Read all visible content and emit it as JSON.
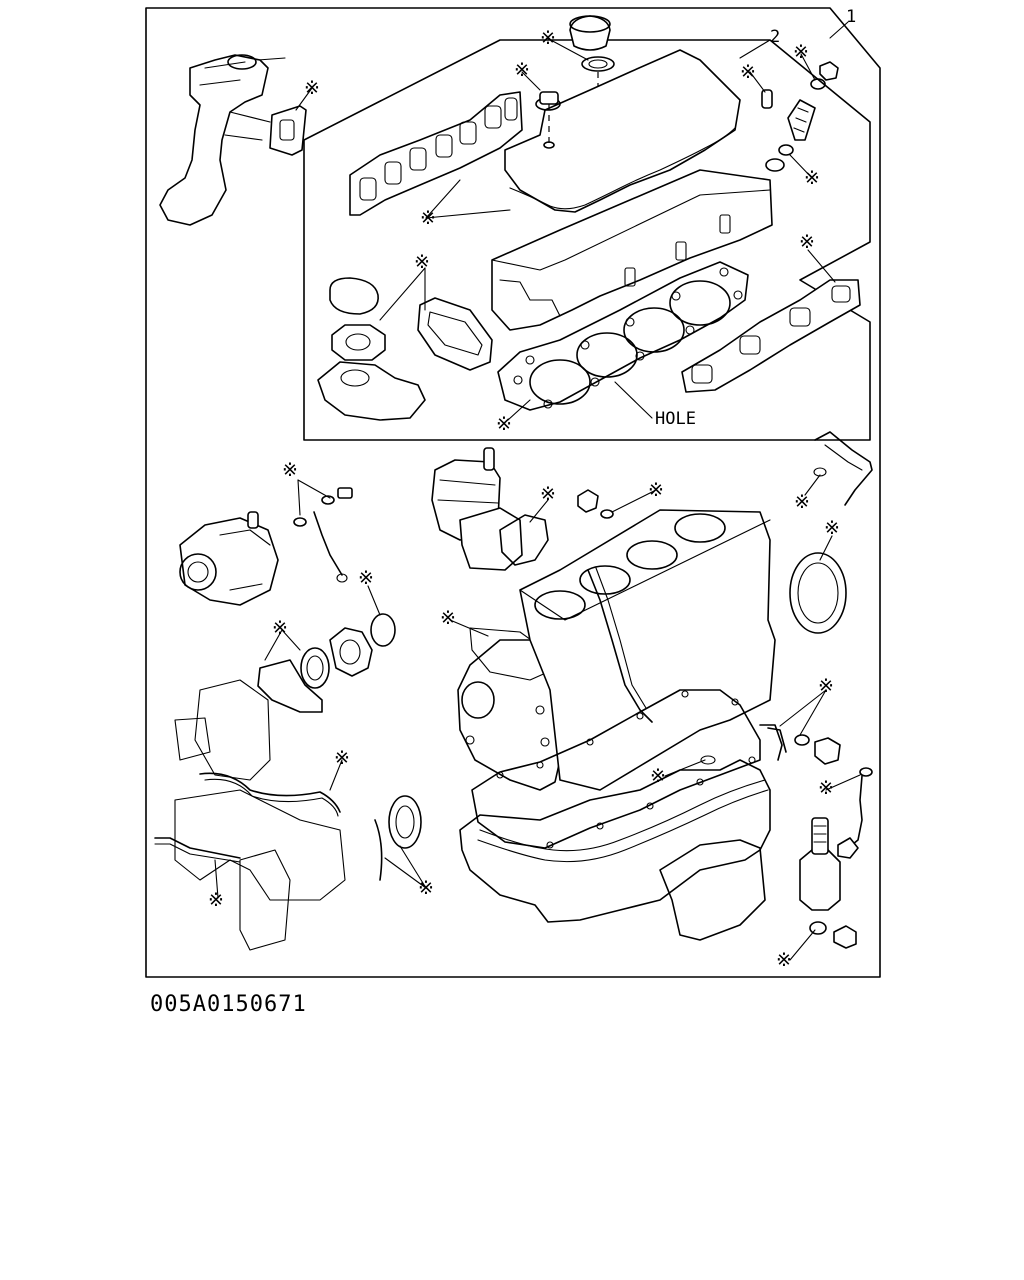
{
  "callouts": {
    "item_1": "1",
    "item_2": "2",
    "hole": "HOLE",
    "asterisk": "※"
  },
  "drawing_code": "005A0150671"
}
